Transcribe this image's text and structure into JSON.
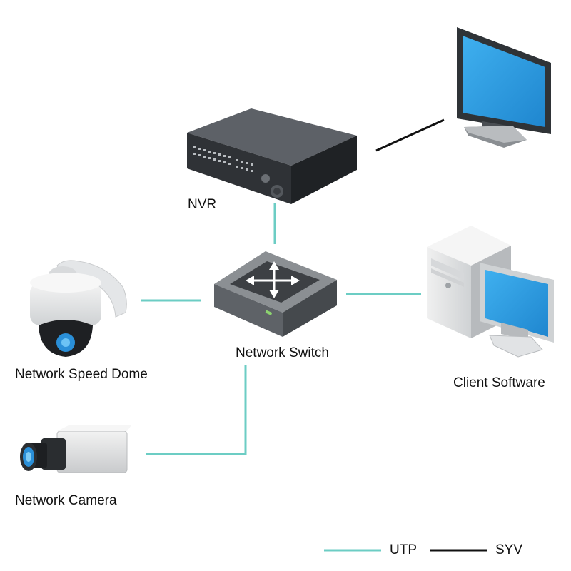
{
  "labels": {
    "nvr": "NVR",
    "switch": "Network Switch",
    "dome": "Network Speed Dome",
    "camera": "Network Camera",
    "client": "Client Software"
  },
  "legend": {
    "utp": "UTP",
    "syv": "SYV"
  },
  "colors": {
    "utp": "#6ccdc4",
    "syv": "#111111",
    "screen": "#2a9de0",
    "device_dark": "#3c3f44",
    "device_light": "#e6e6e6"
  }
}
